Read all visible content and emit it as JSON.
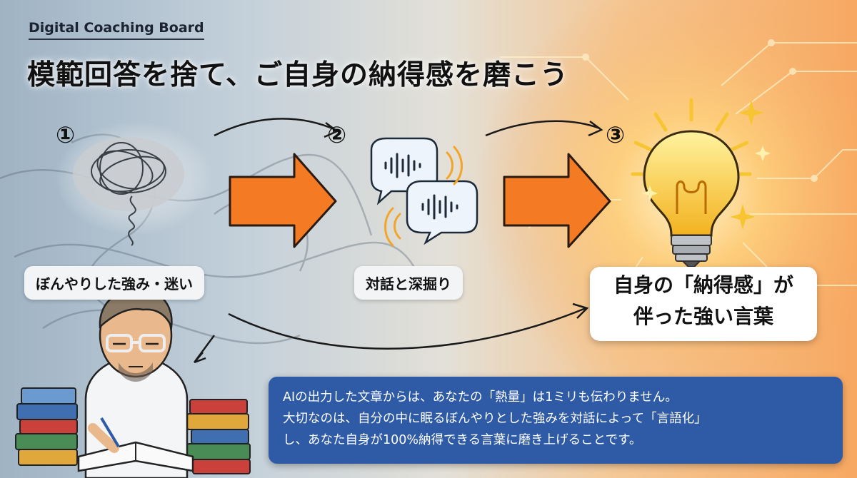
{
  "header": {
    "label": "Digital Coaching Board"
  },
  "title": "模範回答を捨て、ご自身の納得感を磨こう",
  "steps": [
    {
      "number": "①",
      "label": "ぼんやりした強み・迷い"
    },
    {
      "number": "②",
      "label": "対話と深掘り"
    },
    {
      "number": "③",
      "label_lines": [
        "自身の「納得感」が",
        "伴った強い言葉"
      ]
    }
  ],
  "message": {
    "lines": [
      "AIの出力した文章からは、あなたの「熱量」は1ミリも伝わりません。",
      "大切なのは、自分の中に眠るぼんやりとした強みを対話によって「言語化」",
      "し、あなた自身が100%納得できる言葉に磨き上げることです。"
    ]
  },
  "colors": {
    "accent_orange": "#f47a24",
    "message_bg": "#2e5aa6",
    "bulb_yellow": "#f7c531"
  },
  "icons": [
    "tangled-cloud-icon",
    "speech-bubbles-icon",
    "lightbulb-icon",
    "coach-illustration",
    "books-icon",
    "big-arrow-icon"
  ]
}
